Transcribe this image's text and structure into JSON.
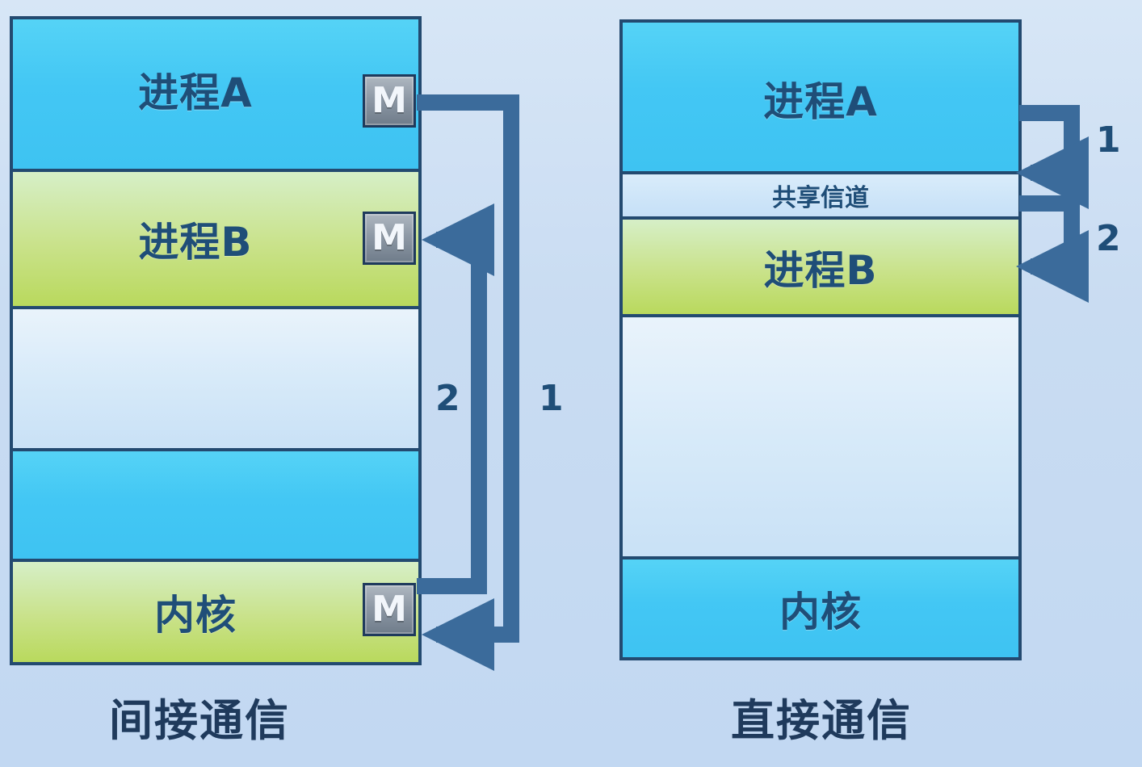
{
  "left": {
    "caption": "间接通信",
    "segments": [
      {
        "id": "process-a",
        "label": "进程A",
        "color": "blue"
      },
      {
        "id": "process-b",
        "label": "进程B",
        "color": "green"
      },
      {
        "id": "empty-1",
        "label": "",
        "color": "pale"
      },
      {
        "id": "empty-2",
        "label": "",
        "color": "blue"
      },
      {
        "id": "kernel",
        "label": "内核",
        "color": "green"
      }
    ],
    "mailbox_label": "M",
    "steps": [
      "1",
      "2"
    ]
  },
  "right": {
    "caption": "直接通信",
    "segments": [
      {
        "id": "process-a",
        "label": "进程A",
        "color": "blue"
      },
      {
        "id": "shared-channel",
        "label": "共享信道",
        "color": "pale2"
      },
      {
        "id": "process-b",
        "label": "进程B",
        "color": "green"
      },
      {
        "id": "empty",
        "label": "",
        "color": "pale"
      },
      {
        "id": "kernel",
        "label": "内核",
        "color": "blue"
      }
    ],
    "steps": [
      "1",
      "2"
    ]
  },
  "colors": {
    "outline": "#234a70",
    "arrow": "#3b6b9b",
    "blue": "#43c7f4",
    "green": "#c9e28a"
  }
}
